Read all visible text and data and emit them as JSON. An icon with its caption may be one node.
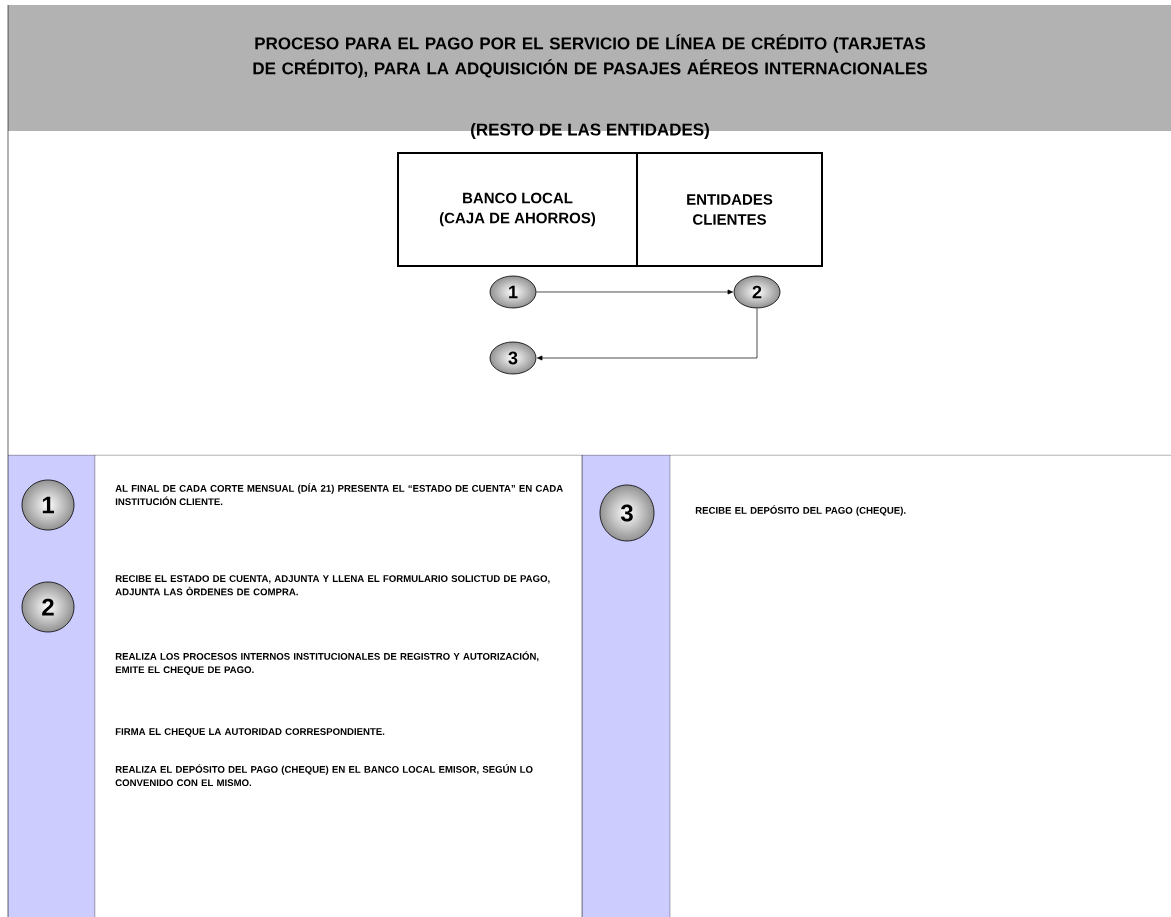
{
  "diagram": {
    "title": "PROCESO PARA EL PAGO POR EL SERVICIO DE LÍNEA DE CRÉDITO (TARJETAS DE CRÉDITO), PARA LA ADQUISICIÓN DE PASAJES AÉREOS INTERNACIONALES",
    "nodes": [
      {
        "text": [
          "BANCO LOCAL (CAJA DE AHORROS)"
        ]
      },
      {
        "text": [
          "ENTIDADES CLIENTES"
        ]
      },
      {
        "text": [
          "1"
        ]
      },
      {
        "text": [
          "2"
        ]
      },
      {
        "text": [
          "3"
        ]
      },
      {
        "text": [
          "1"
        ]
      },
      {
        "text": [
          "2"
        ]
      },
      {
        "text": [
          "3"
        ]
      }
    ],
    "edges": [
      {
        "from": 2,
        "to": 3,
        "arrow": "to"
      },
      {
        "from": 3,
        "to": 4,
        "arrow": "to"
      }
    ],
    "labels": [
      "(RESTO DE LAS ENTIDADES)",
      "AL FINAL DE CADA CORTE MENSUAL (DÍA 21) PRESENTA EL “ESTADO DE CUENTA” EN CADA INSTITUCIÓN CLIENTE.",
      "RECIBE EL ESTADO DE CUENTA, ADJUNTA Y LLENA EL FORMULARIO SOLICTUD DE PAGO, ADJUNTA LAS ÒRDENES DE COMPRA.",
      "REALIZA LOS PROCESOS INTERNOS INSTITUCIONALES DE REGISTRO Y AUTORIZACIÓN, EMITE EL CHEQUE DE PAGO.",
      "FIRMA EL CHEQUE LA AUTORIDAD CORRESPONDIENTE.",
      "REALIZA EL DEPÓSITO DEL PAGO (CHEQUE) EN EL BANCO LOCAL EMISOR, SEGÚN LO CONVENIDO CON EL MISMO.",
      "RECIBE EL DEPÓSITO DEL PAGO (CHEQUE)."
    ]
  }
}
